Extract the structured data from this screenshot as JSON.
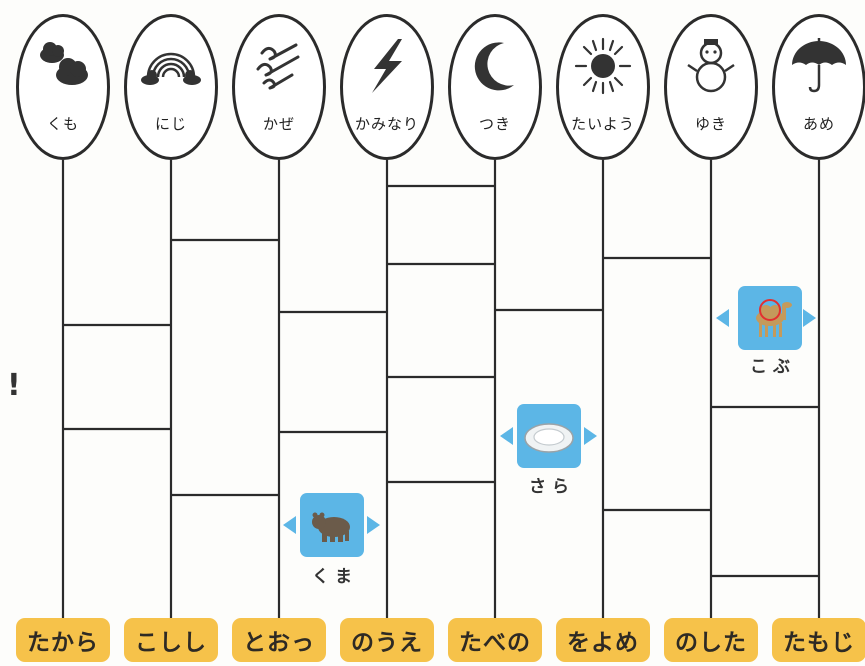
{
  "top_labels": [
    "くも",
    "にじ",
    "かぜ",
    "かみなり",
    "つき",
    "たいよう",
    "ゆき",
    "あめ"
  ],
  "top_icons": [
    "cloud-icon",
    "rainbow-icon",
    "wind-icon",
    "lightning-icon",
    "moon-icon",
    "sun-icon",
    "snowman-icon",
    "umbrella-icon"
  ],
  "answers": [
    "たから",
    "こしし",
    "とおっ",
    "のうえ",
    "たべの",
    "をよめ",
    "のした",
    "たもじ"
  ],
  "cards": [
    {
      "caption": "こ ぶ",
      "icon": "camel-icon"
    },
    {
      "caption": "さ ら",
      "icon": "plate-icon"
    },
    {
      "caption": "く ま",
      "icon": "bear-icon"
    }
  ],
  "exclamation": "!",
  "colors": {
    "line": "#2b2b2b",
    "card": "#5cb6e6",
    "answer_bg": "#f6c24a"
  }
}
